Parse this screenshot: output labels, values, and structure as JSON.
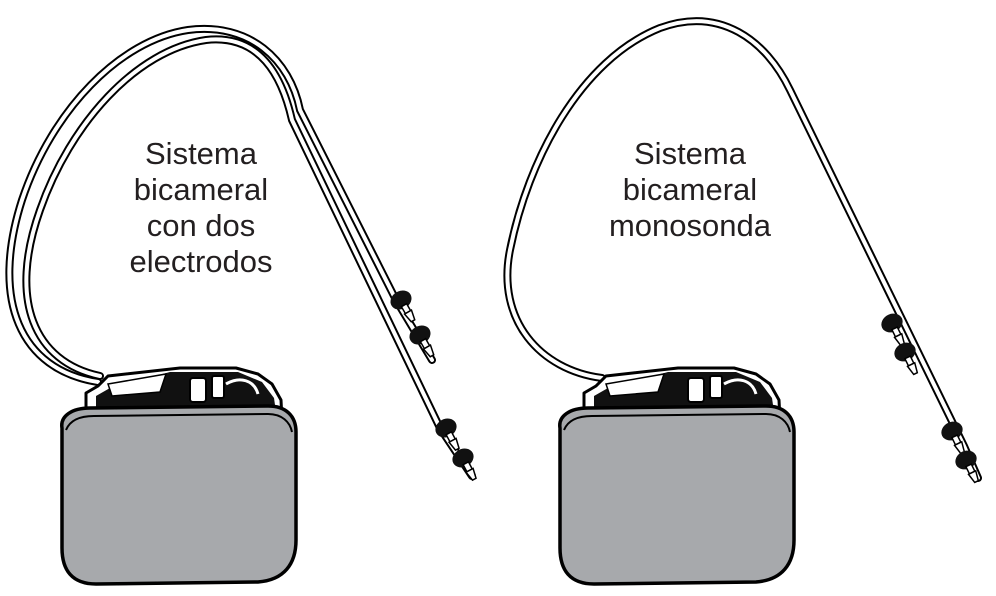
{
  "figure": {
    "left_device": {
      "caption_lines": [
        "Sistema",
        "bicameral",
        "con dos",
        "electrodos"
      ],
      "lead_count": 2
    },
    "right_device": {
      "caption_lines": [
        "Sistema",
        "bicameral",
        "monosonda"
      ],
      "lead_count": 1
    },
    "colors": {
      "can_fill": "#a7a9ac",
      "outline": "#000000",
      "lead_fill": "#ffffff",
      "text": "#231f20"
    }
  }
}
